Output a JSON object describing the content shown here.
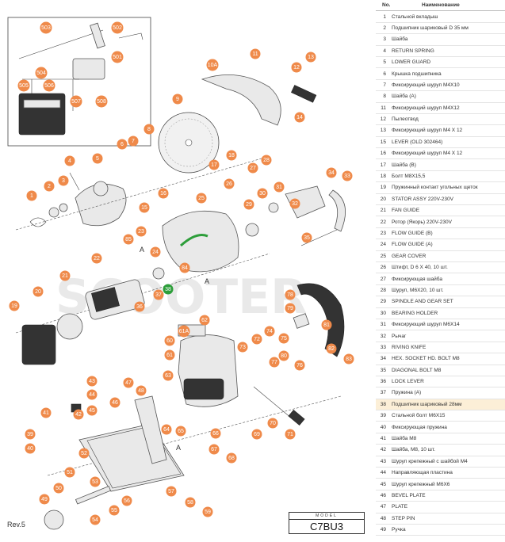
{
  "diagram": {
    "revision": "Rev.5",
    "model_caption": "MODEL",
    "model_value": "C7BU3",
    "watermark": "SCOOTER",
    "view_labels": [
      "A",
      "A",
      "A"
    ],
    "selected_part": "38",
    "callouts": [
      "503",
      "502",
      "501",
      "504",
      "505",
      "506",
      "507",
      "508",
      "9",
      "10A",
      "11",
      "12",
      "13",
      "14",
      "1",
      "2",
      "3",
      "4",
      "5",
      "6",
      "7",
      "8",
      "15",
      "16",
      "17",
      "18",
      "19",
      "20",
      "21",
      "22",
      "23",
      "24",
      "25",
      "26",
      "27",
      "28",
      "29",
      "30",
      "31",
      "32",
      "33",
      "34",
      "35",
      "36",
      "37",
      "38",
      "39",
      "40",
      "41",
      "42",
      "43",
      "44",
      "45",
      "46",
      "47",
      "48",
      "49",
      "50",
      "51",
      "52",
      "53",
      "54",
      "55",
      "56",
      "57",
      "58",
      "59",
      "60",
      "61",
      "61A",
      "62",
      "63",
      "64",
      "65",
      "66",
      "67",
      "68",
      "69",
      "70",
      "71",
      "72",
      "73",
      "74",
      "75",
      "76",
      "77",
      "78",
      "79",
      "80",
      "81",
      "82",
      "83",
      "84",
      "85"
    ],
    "callout_color": "#ef8a4a",
    "selected_color": "#2d9e3a"
  },
  "table": {
    "col_no": "No.",
    "col_name": "Наименование",
    "highlight_color": "#fcefd7",
    "rows": [
      {
        "no": "1",
        "name": "Стальной вкладыш"
      },
      {
        "no": "2",
        "name": "Подшипник шариковый D 35 мм"
      },
      {
        "no": "3",
        "name": "Шайба"
      },
      {
        "no": "4",
        "name": "RETURN SPRING"
      },
      {
        "no": "5",
        "name": "LOWER GUARD"
      },
      {
        "no": "6",
        "name": "Крышка подшипника"
      },
      {
        "no": "7",
        "name": "Фиксирующий шуруп М4Х10"
      },
      {
        "no": "8",
        "name": "Шайба (А)"
      },
      {
        "no": "11",
        "name": "Фиксирующий шуруп М4Х12"
      },
      {
        "no": "12",
        "name": "Пылеотвод"
      },
      {
        "no": "13",
        "name": "Фиксирующий шуруп М4 Х 12"
      },
      {
        "no": "15",
        "name": "LEVER (OLD 302464)"
      },
      {
        "no": "16",
        "name": "Фиксирующий шуруп М4 Х 12"
      },
      {
        "no": "17",
        "name": "Шайба (В)"
      },
      {
        "no": "18",
        "name": "Болт М8Х15,5"
      },
      {
        "no": "19",
        "name": "Пружинный контакт угольных щеток"
      },
      {
        "no": "20",
        "name": "STATOR ASSY 220V-230V"
      },
      {
        "no": "21",
        "name": "FAN GUIDE"
      },
      {
        "no": "22",
        "name": "Ротор (Якорь) 220V-230V"
      },
      {
        "no": "23",
        "name": "FLOW GUIDE (B)"
      },
      {
        "no": "24",
        "name": "FLOW GUIDE (A)"
      },
      {
        "no": "25",
        "name": "GEAR COVER"
      },
      {
        "no": "26",
        "name": "Штифт, D 6 X 40, 10 шт."
      },
      {
        "no": "27",
        "name": "Фиксирующая шайба"
      },
      {
        "no": "28",
        "name": "Шуруп, М6X20, 10 шт."
      },
      {
        "no": "29",
        "name": "SPINDLE AND GEAR SET"
      },
      {
        "no": "30",
        "name": "BEARING HOLDER"
      },
      {
        "no": "31",
        "name": "Фиксирующий шуруп М6Х14"
      },
      {
        "no": "32",
        "name": "Рычаг"
      },
      {
        "no": "33",
        "name": "RIVING KNIFE"
      },
      {
        "no": "34",
        "name": "HEX. SOCKET HD. BOLT M8"
      },
      {
        "no": "35",
        "name": "DIAGONAL BOLT M8"
      },
      {
        "no": "36",
        "name": "LOCK LEVER"
      },
      {
        "no": "37",
        "name": "Пружина (А)"
      },
      {
        "no": "38",
        "name": "Подшипник шариковый 28мм",
        "highlight": true
      },
      {
        "no": "39",
        "name": "Стальной болт М6X15"
      },
      {
        "no": "40",
        "name": "Фиксирующая пружина"
      },
      {
        "no": "41",
        "name": "Шайба М8"
      },
      {
        "no": "42",
        "name": "Шайба, М8, 10 шт."
      },
      {
        "no": "43",
        "name": "Шуруп крепежный с шайбой М4"
      },
      {
        "no": "44",
        "name": "Направляющая пластина"
      },
      {
        "no": "45",
        "name": "Шуруп крепежный М6Х6"
      },
      {
        "no": "46",
        "name": "BEVEL PLATE"
      },
      {
        "no": "47",
        "name": "PLATE"
      },
      {
        "no": "48",
        "name": "STEP PIN"
      },
      {
        "no": "49",
        "name": "Ручка"
      }
    ]
  }
}
